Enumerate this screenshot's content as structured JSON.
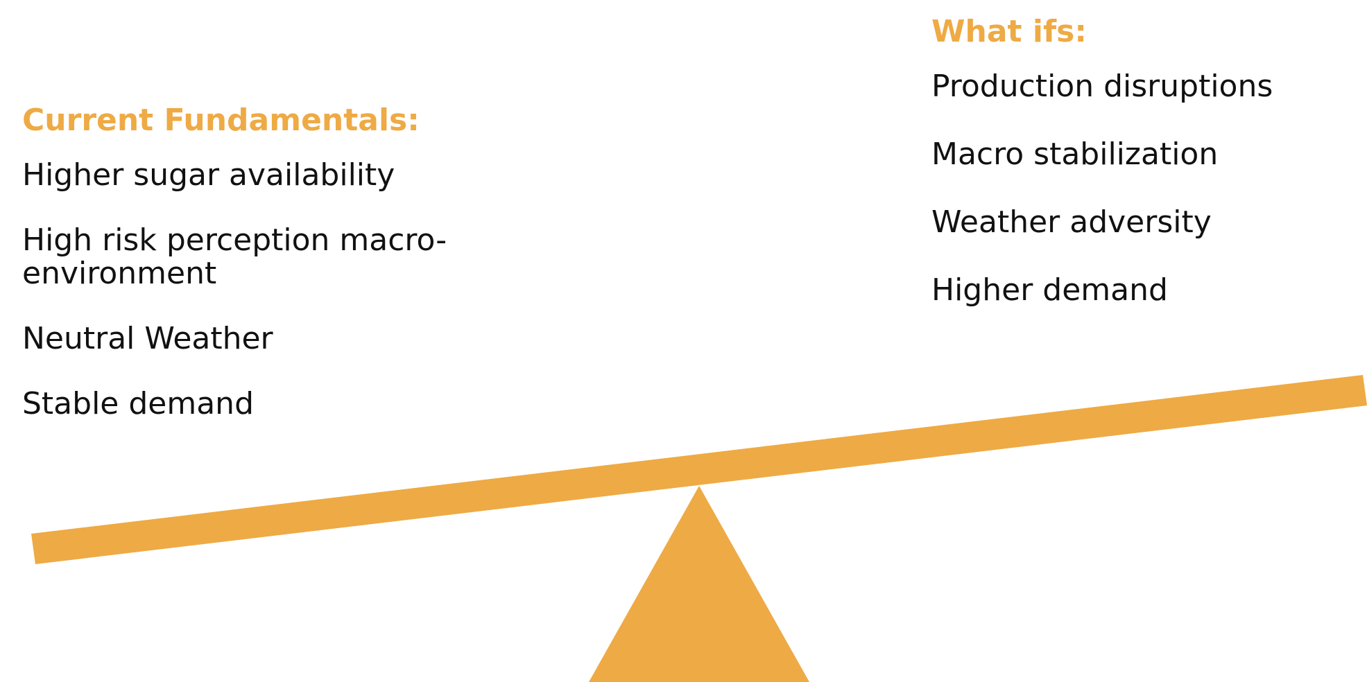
{
  "left_panel": {
    "heading": "Current Fundamentals:",
    "items": [
      "Higher sugar availability",
      "High risk perception macro-environment",
      "Neutral Weather",
      "Stable demand"
    ]
  },
  "right_panel": {
    "heading": "What ifs:",
    "items": [
      "Production disruptions",
      "Macro stabilization",
      "Weather adversity",
      "Higher demand"
    ]
  },
  "colors": {
    "accent": "#eeaa44",
    "text": "#111111",
    "background": "#ffffff"
  }
}
